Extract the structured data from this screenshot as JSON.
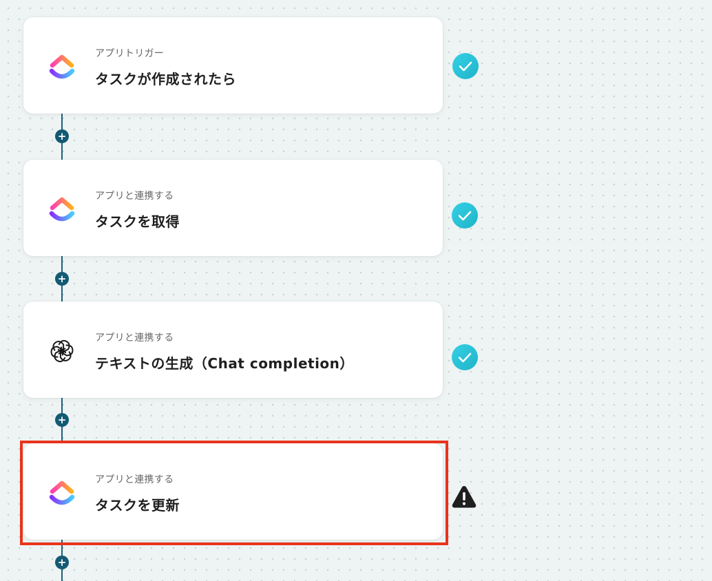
{
  "flow": {
    "steps": [
      {
        "kind": "アプリトリガー",
        "title": "タスクが作成されたら",
        "app_icon": "clickup-logo",
        "status": "success",
        "status_icon": "check-icon"
      },
      {
        "kind": "アプリと連携する",
        "title": "タスクを取得",
        "app_icon": "clickup-logo",
        "status": "success",
        "status_icon": "check-icon"
      },
      {
        "kind": "アプリと連携する",
        "title": "テキストの生成（Chat completion）",
        "app_icon": "openai-logo",
        "status": "success",
        "status_icon": "check-icon"
      },
      {
        "kind": "アプリと連携する",
        "title": "タスクを更新",
        "app_icon": "clickup-logo",
        "status": "warning",
        "status_icon": "warning-icon",
        "highlighted": true
      }
    ],
    "add_step_icon": "plus-icon"
  },
  "colors": {
    "background": "#eef3f3",
    "connector": "#1c5f77",
    "success": "#2ec4d6",
    "warning": "#1f1f1f",
    "highlight": "#e8341c"
  }
}
